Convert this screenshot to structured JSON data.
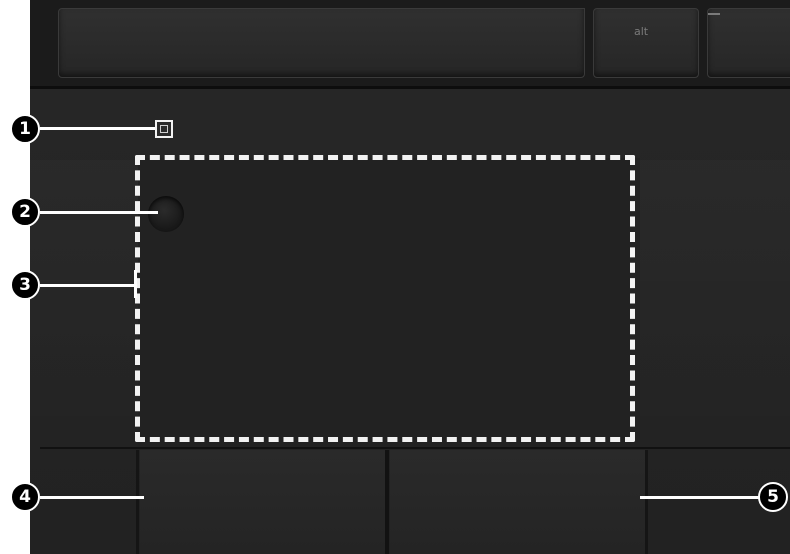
{
  "keyboard": {
    "alt_key_label": "alt",
    "menu_key_icon": "menu-lines-icon"
  },
  "callouts": [
    {
      "number": "1",
      "target": "touchpad-on-off-indicator"
    },
    {
      "number": "2",
      "target": "touchpad-on-off-button"
    },
    {
      "number": "3",
      "target": "touchpad-zone"
    },
    {
      "number": "4",
      "target": "left-touchpad-button"
    },
    {
      "number": "5",
      "target": "right-touchpad-button"
    }
  ],
  "colors": {
    "chassis": "#232323",
    "callout": "#ffffff",
    "badge_fill": "#000000"
  }
}
